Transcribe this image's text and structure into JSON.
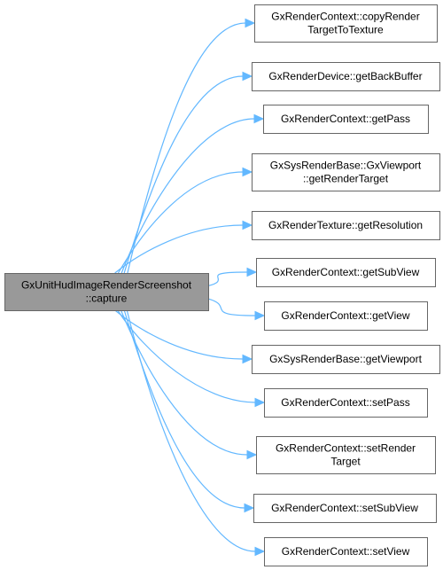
{
  "diagram": {
    "source": {
      "id": "capture",
      "lines": [
        "GxUnitHudImageRenderScreenshot",
        "::capture"
      ]
    },
    "targets": [
      {
        "id": "copyRenderTargetToTexture",
        "lines": [
          "GxRenderContext::copyRender",
          "TargetToTexture"
        ]
      },
      {
        "id": "getBackBuffer",
        "lines": [
          "GxRenderDevice::getBackBuffer"
        ]
      },
      {
        "id": "getPass",
        "lines": [
          "GxRenderContext::getPass"
        ]
      },
      {
        "id": "getRenderTarget",
        "lines": [
          "GxSysRenderBase::GxViewport",
          "::getRenderTarget"
        ]
      },
      {
        "id": "getResolution",
        "lines": [
          "GxRenderTexture::getResolution"
        ]
      },
      {
        "id": "getSubView",
        "lines": [
          "GxRenderContext::getSubView"
        ]
      },
      {
        "id": "getView",
        "lines": [
          "GxRenderContext::getView"
        ]
      },
      {
        "id": "getViewport",
        "lines": [
          "GxSysRenderBase::getViewport"
        ]
      },
      {
        "id": "setPass",
        "lines": [
          "GxRenderContext::setPass"
        ]
      },
      {
        "id": "setRenderTarget",
        "lines": [
          "GxRenderContext::setRender",
          "Target"
        ]
      },
      {
        "id": "setSubView",
        "lines": [
          "GxRenderContext::setSubView"
        ]
      },
      {
        "id": "setView",
        "lines": [
          "GxRenderContext::setView"
        ]
      }
    ],
    "colors": {
      "edge": "#63b8ff",
      "source_fill": "#999999",
      "node_border": "#666666"
    }
  }
}
